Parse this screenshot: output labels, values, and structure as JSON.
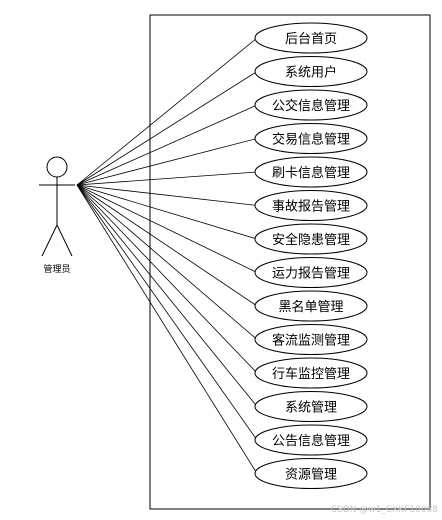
{
  "actor": {
    "label": "管理员"
  },
  "use_cases": [
    "后台首页",
    "系统用户",
    "公交信息管理",
    "交易信息管理",
    "刷卡信息管理",
    "事故报告管理",
    "安全隐患管理",
    "运力报告管理",
    "黑名单管理",
    "客流监测管理",
    "行车监控管理",
    "系统管理",
    "公告信息管理",
    "资源管理"
  ],
  "watermark": "CSDN @w1_CXKF10088"
}
